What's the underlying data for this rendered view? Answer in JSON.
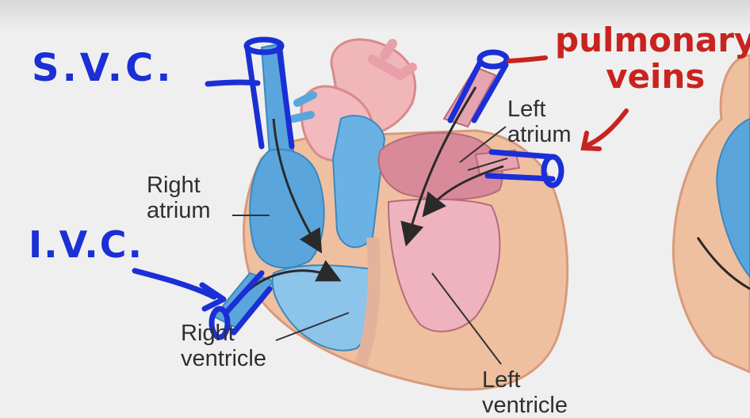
{
  "labels": {
    "right_atrium": [
      "Right",
      "atrium"
    ],
    "right_ventricle": [
      "Right",
      "ventricle"
    ],
    "left_atrium": [
      "Left",
      "atrium"
    ],
    "left_ventricle": [
      "Left",
      "ventricle"
    ]
  },
  "annotations": {
    "svc": "S.V.C.",
    "ivc": "I.V.C.",
    "pulmonary_veins": [
      "pulmonary",
      "veins"
    ]
  },
  "colors": {
    "background": "#efefef",
    "deoxygenated_blood": "#5aa6dc",
    "oxygenated_blood": "#e8a7b0",
    "heart_wall": "#eec0a0",
    "annotation_blue": "#1b2fd6",
    "annotation_red": "#c8231f"
  }
}
